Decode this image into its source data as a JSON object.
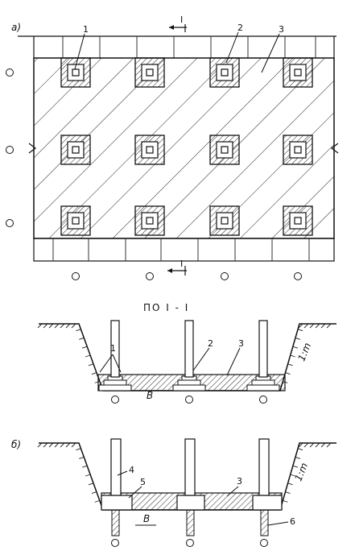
{
  "labels": {
    "plan_panel": "а)",
    "section_panel": "б)",
    "section_title": "ПО I - I",
    "cut_top": "I",
    "cut_bottom": "I",
    "callout_1": "1",
    "callout_2": "2",
    "callout_3": "3",
    "callout_4": "4",
    "callout_5": "5",
    "callout_6": "6",
    "slope_upper": "1:m",
    "slope_lower": "1:m",
    "dim_upper": "B",
    "dim_lower": "B"
  },
  "plan": {
    "rows": 3,
    "columns": 4
  },
  "colors": {
    "ink": "#111111",
    "paper": "#ffffff"
  }
}
